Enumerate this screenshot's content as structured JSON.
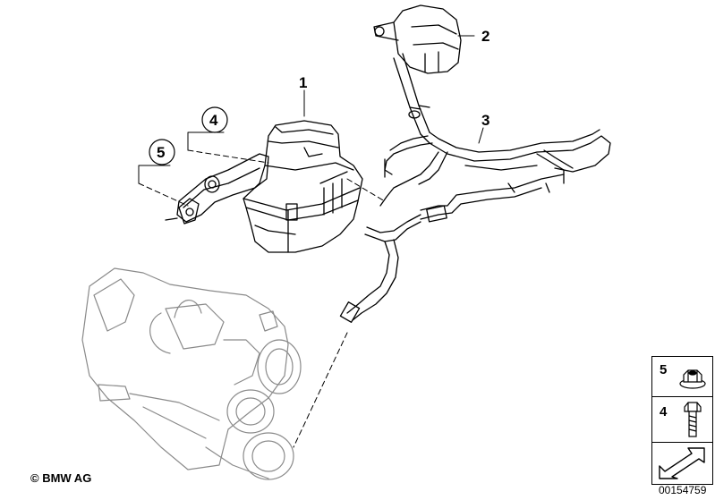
{
  "callouts": [
    {
      "id": "1",
      "label": "1"
    },
    {
      "id": "2",
      "label": "2"
    },
    {
      "id": "3",
      "label": "3"
    },
    {
      "id": "4",
      "label": "4"
    },
    {
      "id": "5",
      "label": "5"
    }
  ],
  "legend": {
    "items": [
      {
        "number": "5",
        "part_icon": "flange-nut-icon"
      },
      {
        "number": "4",
        "part_icon": "hex-bolt-icon"
      }
    ],
    "navigation_icon": "arrow-icon"
  },
  "copyright": "© BMW AG",
  "doc_number": "00154759"
}
